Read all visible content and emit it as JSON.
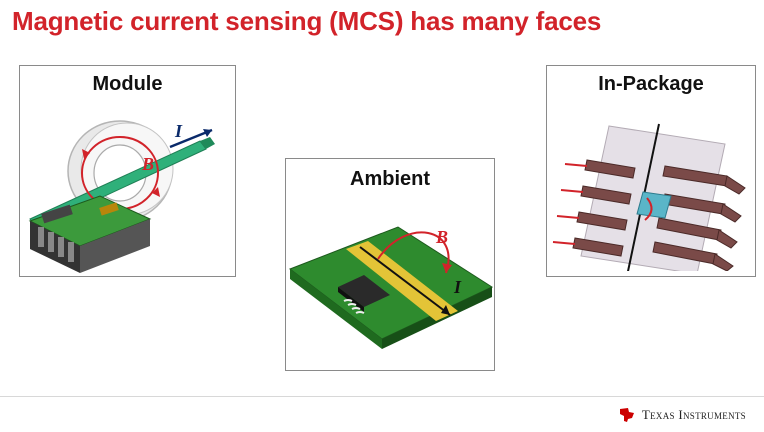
{
  "slide": {
    "title": "Magnetic current sensing (MCS) has many faces"
  },
  "panels": {
    "module": {
      "label": "Module",
      "current_symbol": "I",
      "field_symbol": "B"
    },
    "ambient": {
      "label": "Ambient",
      "current_symbol": "I",
      "field_symbol": "B"
    },
    "package": {
      "label": "In-Package"
    }
  },
  "footer": {
    "company": "Texas Instruments",
    "logo_icon": "ti-logo-icon"
  },
  "colors": {
    "title_red": "#d2232a",
    "pcb_green": "#2e8b2e",
    "trace_yellow": "#e3c437",
    "ti_red": "#cc0000"
  }
}
